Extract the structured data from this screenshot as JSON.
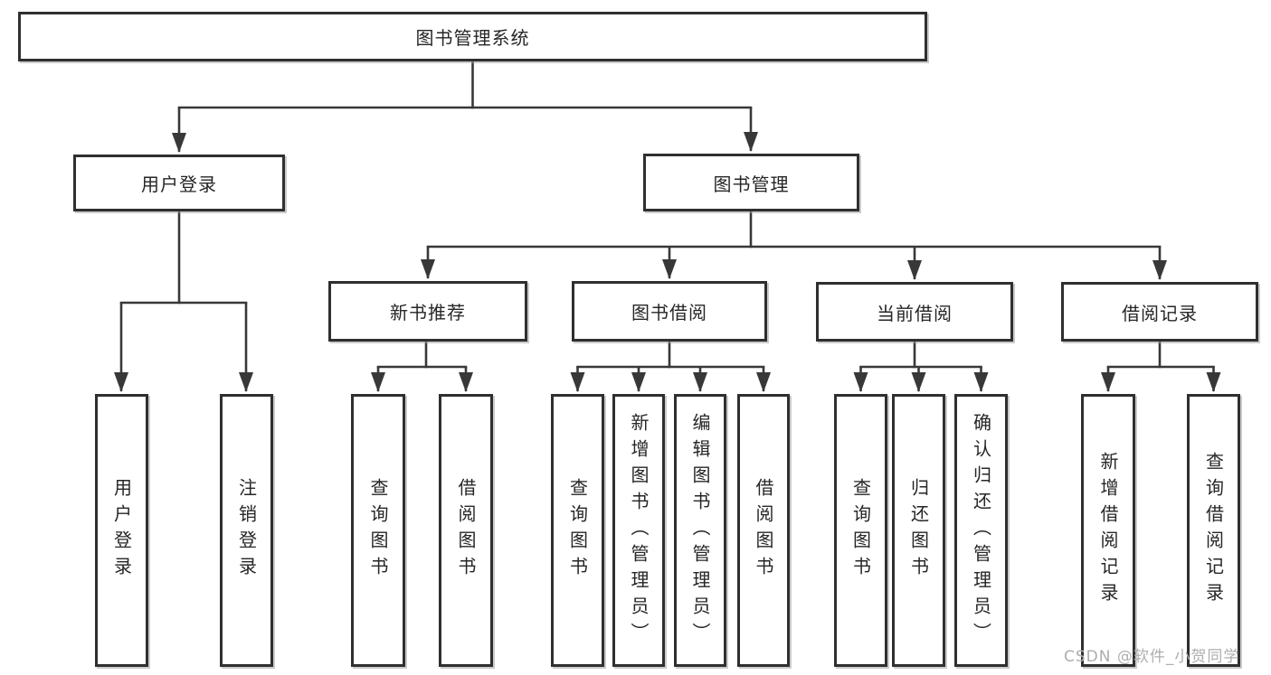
{
  "diagram": {
    "title": "图书管理系统",
    "level2": {
      "user_login": "用户登录",
      "book_management": "图书管理"
    },
    "level3": {
      "new_book_recommend": "新书推荐",
      "book_borrow": "图书借阅",
      "current_borrow": "当前借阅",
      "borrow_records": "借阅记录"
    },
    "leaves": {
      "user": [
        "用户登录",
        "注销登录"
      ],
      "recommend": [
        "查询图书",
        "借阅图书"
      ],
      "borrow": [
        "查询图书",
        "新增图书（管理员）",
        "编辑图书（管理员）",
        "借阅图书"
      ],
      "current": [
        "查询图书",
        "归还图书",
        "确认归还（管理员）"
      ],
      "records": [
        "新增借阅记录",
        "查询借阅记录"
      ]
    },
    "colors": {
      "line": "#383838",
      "box_border": "#2f2f2f",
      "box_fill": "#ffffff",
      "text": "#262626",
      "watermark": "#aeaeae"
    }
  },
  "watermark": "CSDN @软件_小贺同学"
}
